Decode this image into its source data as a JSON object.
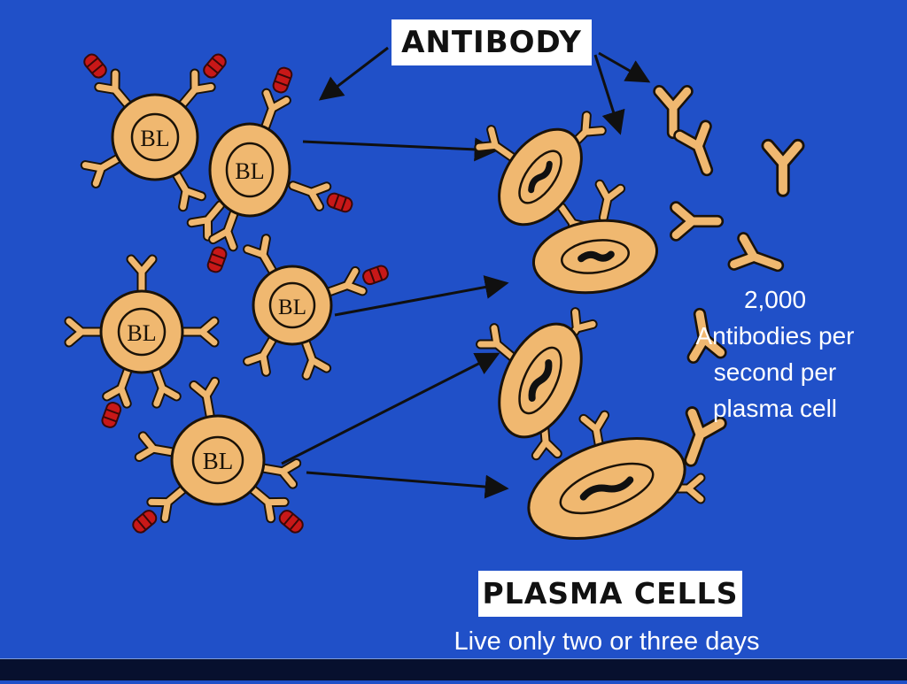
{
  "labels": {
    "antibody": "ANTIBODY",
    "plasma_cells": "PLASMA CELLS",
    "cell_marking": "BL"
  },
  "notes": {
    "rate_lines": [
      "2,000",
      "Antibodies per",
      "second per",
      "plasma cell"
    ],
    "lifespan": "Live only two or three days"
  },
  "colors": {
    "background": "#2050c8",
    "cell_fill": "#f0b870",
    "outline": "#1a1208",
    "antigen": "#c81818",
    "footer": "#07102e"
  }
}
